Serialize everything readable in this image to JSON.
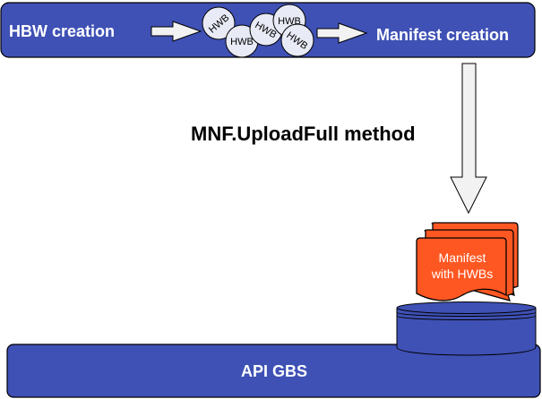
{
  "colors": {
    "box_fill": "#3f51b5",
    "document_fill": "#ff5722",
    "arrow_fill": "#f2f2f2",
    "hwb_fill": "#e8eaf6",
    "stroke": "#000000",
    "text_light": "#ffffff",
    "text_dark": "#000000"
  },
  "top_bar": {
    "left_label": "HBW creation",
    "right_label": "Manifest creation",
    "hwb_items": [
      {
        "label": "HWB"
      },
      {
        "label": "HWB"
      },
      {
        "label": "HWB"
      },
      {
        "label": "HWB"
      },
      {
        "label": "HWB"
      }
    ]
  },
  "connector": {
    "label": "MNF.UploadFull method"
  },
  "document": {
    "line1": "Manifest",
    "line2": "with HWBs"
  },
  "bottom_bar": {
    "label": "API GBS"
  }
}
